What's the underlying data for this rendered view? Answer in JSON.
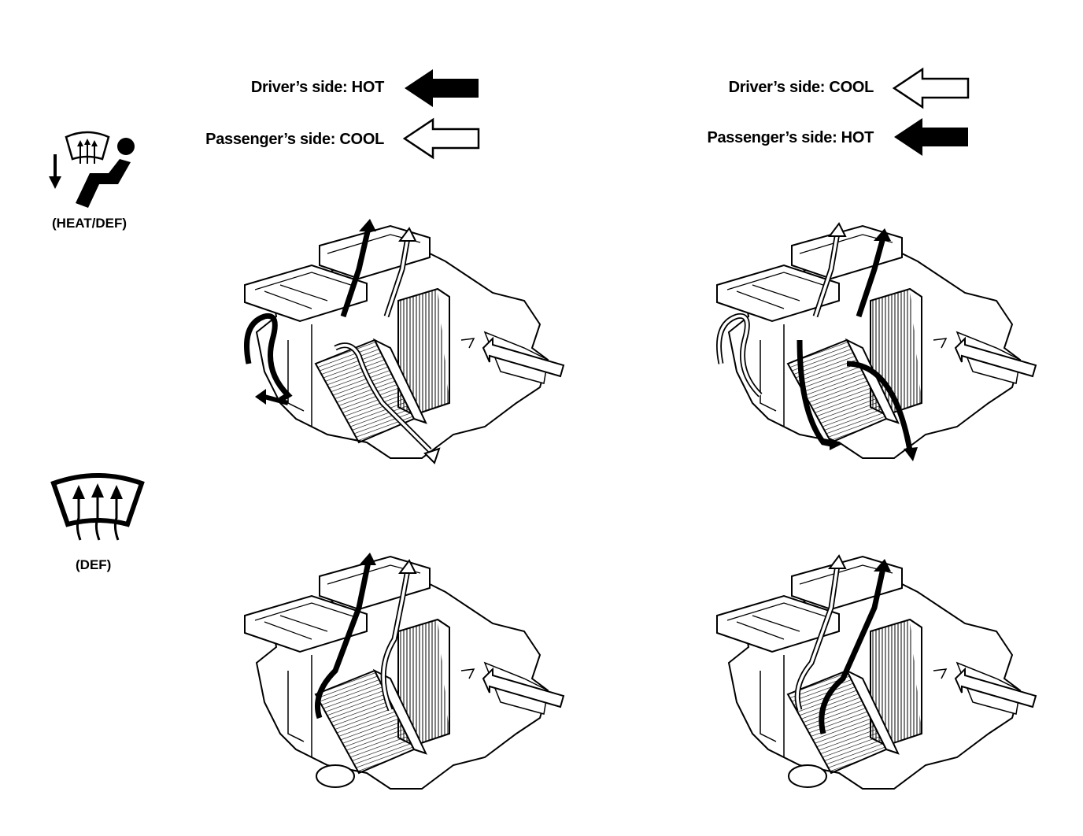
{
  "legend_left": {
    "row1": "Driver’s side: HOT",
    "row2": "Passenger’s side: COOL"
  },
  "legend_right": {
    "row1": "Driver’s side: COOL",
    "row2": "Passenger’s side: HOT"
  },
  "modes": {
    "heat_def": "(HEAT/DEF)",
    "def": "(DEF)"
  },
  "colors": {
    "hot": "#000000",
    "cool": "#ffffff",
    "line": "#000000"
  },
  "icons": {
    "mode1": "heat-defrost-mode-icon",
    "mode2": "defrost-mode-icon",
    "hot_arrow": "solid-arrow-icon",
    "cool_arrow": "hollow-arrow-icon"
  }
}
